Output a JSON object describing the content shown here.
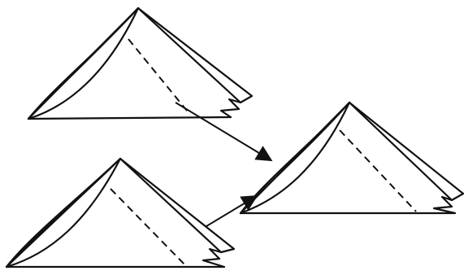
{
  "figure": {
    "units": [
      {
        "id": "top-left"
      },
      {
        "id": "right"
      },
      {
        "id": "bottom-left"
      }
    ],
    "connectors": [
      {
        "from": "top-left",
        "to": "right"
      },
      {
        "from": "bottom-left",
        "to": "right"
      }
    ],
    "colors": {
      "stroke": "#111111",
      "background": "#ffffff"
    }
  }
}
